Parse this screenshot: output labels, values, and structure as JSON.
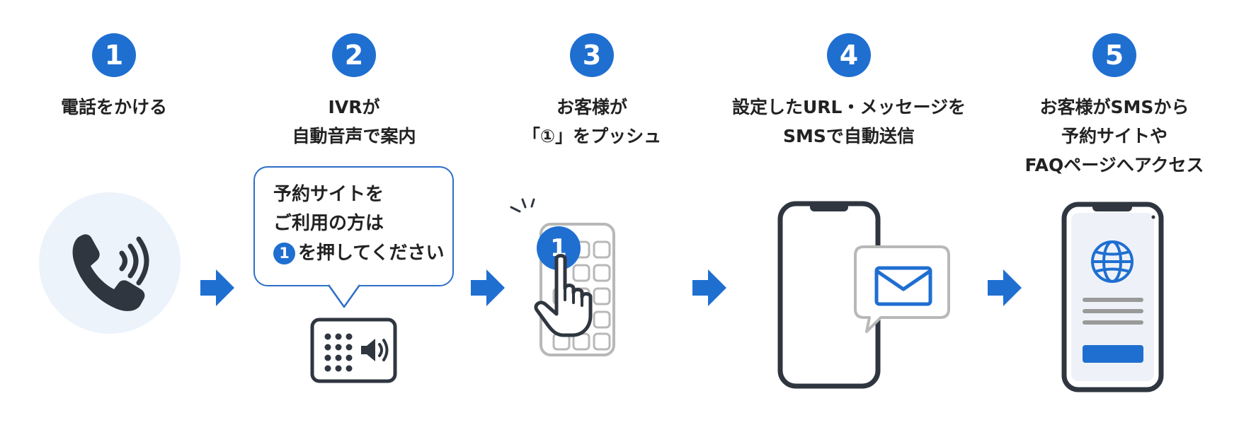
{
  "steps": [
    {
      "number": "1",
      "lines": [
        "電話をかける"
      ]
    },
    {
      "number": "2",
      "lines": [
        "IVRが",
        "自動音声で案内"
      ]
    },
    {
      "number": "3",
      "lines": [
        "お客様が",
        "「①」をプッシュ"
      ]
    },
    {
      "number": "4",
      "lines": [
        "設定したURL・メッセージを",
        "SMSで自動送信"
      ]
    },
    {
      "number": "5",
      "lines": [
        "お客様がSMSから",
        "予約サイトや",
        "FAQページへアクセス"
      ]
    }
  ],
  "ivr_bubble": {
    "line1": "予約サイトを",
    "line2": "ご利用の方は",
    "line3_num": "1",
    "line3_text": "を押してください"
  },
  "keypad_key": "1",
  "icons": {
    "step1": "phone-icon",
    "step2": "speaker-device-icon",
    "step3": "finger-press-keypad-icon",
    "step4": "smartphone-sms-icon",
    "step5": "smartphone-website-icon",
    "arrow": "arrow-right-icon"
  },
  "colors": {
    "accent": "#1f6fd1",
    "dark": "#2f3640",
    "light_gray": "#b8b8b8",
    "icon_bg": "#edf3fb"
  }
}
